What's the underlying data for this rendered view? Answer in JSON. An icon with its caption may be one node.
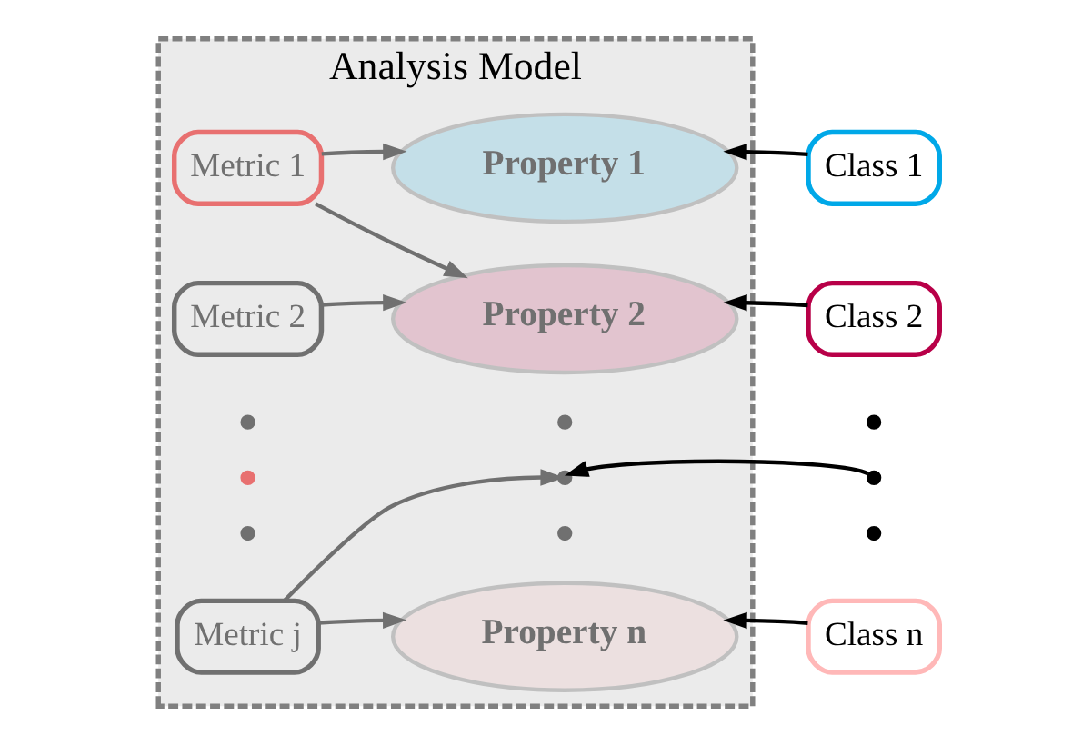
{
  "diagram": {
    "nodes": [
      {
        "text": [
          "Analysis Model"
        ]
      },
      {
        "text": [
          "Metric 1"
        ],
        "in": 0
      },
      {
        "text": [
          "Property 1"
        ],
        "in": 0
      },
      {
        "text": [
          "Class 1"
        ]
      },
      {
        "text": [
          "Metric 2"
        ],
        "in": 0
      },
      {
        "text": [
          "Property 2"
        ],
        "in": 0
      },
      {
        "text": [
          "Class 2"
        ]
      },
      {
        "text": [],
        "shape": "circle",
        "in": 0
      },
      {
        "text": [],
        "shape": "circle",
        "in": 0
      },
      {
        "text": [],
        "shape": "circle"
      },
      {
        "text": [],
        "shape": "circle",
        "in": 0
      },
      {
        "text": [],
        "shape": "circle",
        "in": 0
      },
      {
        "text": [],
        "shape": "circle"
      },
      {
        "text": [],
        "shape": "circle",
        "in": 0
      },
      {
        "text": [],
        "shape": "circle",
        "in": 0
      },
      {
        "text": [],
        "shape": "circle"
      },
      {
        "text": [
          "Metric j"
        ],
        "in": 0
      },
      {
        "text": [
          "Property n"
        ],
        "in": 0
      },
      {
        "text": [
          "Class n"
        ]
      }
    ],
    "edges": [
      {
        "from": 1,
        "to": 2,
        "arrow": "to"
      },
      {
        "from": 1,
        "to": 5,
        "arrow": "to"
      },
      {
        "from": 4,
        "to": 5,
        "arrow": "to"
      },
      {
        "from": 16,
        "to": 11,
        "arrow": "to"
      },
      {
        "from": 16,
        "to": 17,
        "arrow": "to"
      },
      {
        "from": 3,
        "to": 2,
        "arrow": "to",
        "color": "#000000"
      },
      {
        "from": 6,
        "to": 5,
        "arrow": "to",
        "color": "#000000"
      },
      {
        "from": 12,
        "to": 11,
        "arrow": "to",
        "color": "#000000"
      },
      {
        "from": 18,
        "to": 17,
        "arrow": "to",
        "color": "#000000"
      }
    ]
  }
}
